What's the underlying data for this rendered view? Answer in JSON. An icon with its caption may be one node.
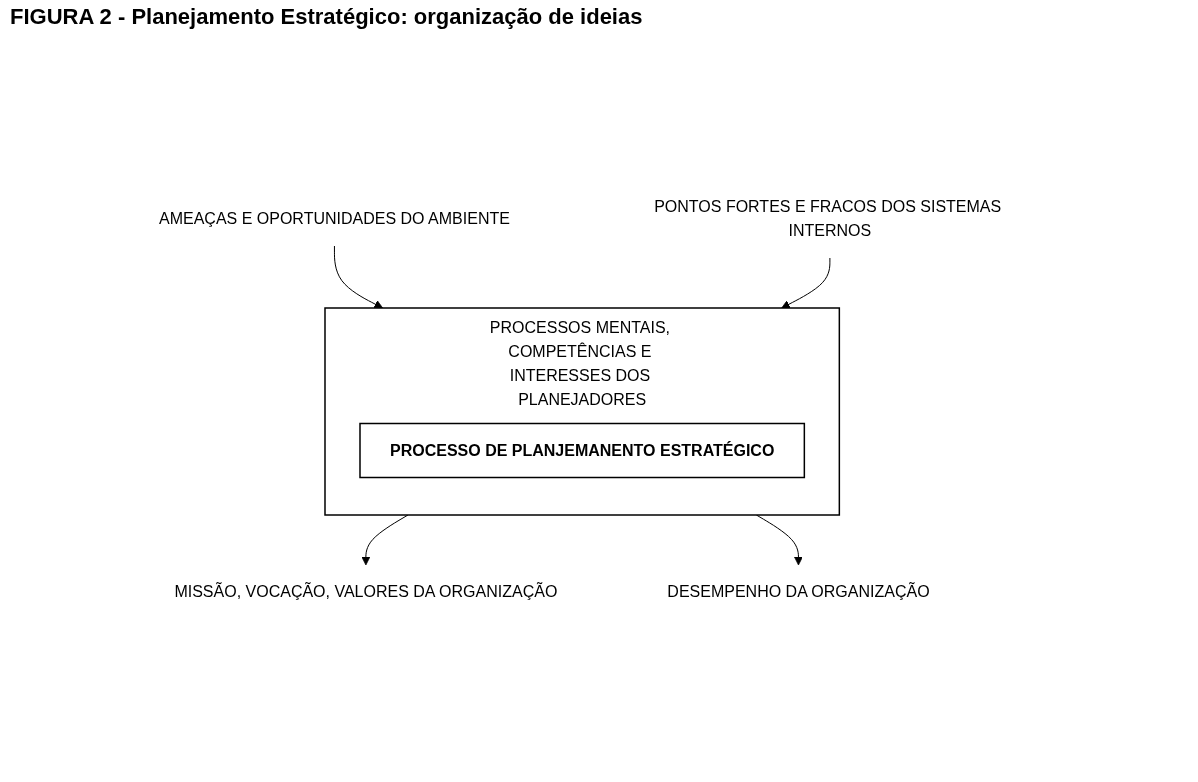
{
  "diagram": {
    "title": "FIGURA 2 - Planejamento Estratégico: organização de ideias",
    "nodes": [
      {
        "text": [
          "MISSÃO, VOCAÇÃO, VALORES DA ORGANIZAÇÃO"
        ]
      },
      {
        "text": [
          "AMEAÇAS E OPORTUNIDADES DO AMBIENTE"
        ]
      },
      {
        "text": [
          "PROCESSOS MENTAIS, COMPETÊNCIAS E INTERESSES DOS PLANEJADORES"
        ]
      },
      {
        "text": [
          "PROCESSO DE PLANJEMANENTO ESTRATÉGICO"
        ],
        "in": 2
      },
      {
        "text": [
          "PONTOS FORTES E FRACOS DOS SISTEMAS INTERNOS"
        ]
      },
      {
        "text": [
          "DESEMPENHO DA ORGANIZAÇÃO"
        ]
      }
    ],
    "edges": [
      {
        "from": 2,
        "to": 0,
        "arrow": "to"
      },
      {
        "from": 1,
        "to": 2,
        "arrow": "to"
      },
      {
        "from": 4,
        "to": 2,
        "arrow": "to"
      },
      {
        "from": 2,
        "to": 5,
        "arrow": "to"
      }
    ]
  }
}
